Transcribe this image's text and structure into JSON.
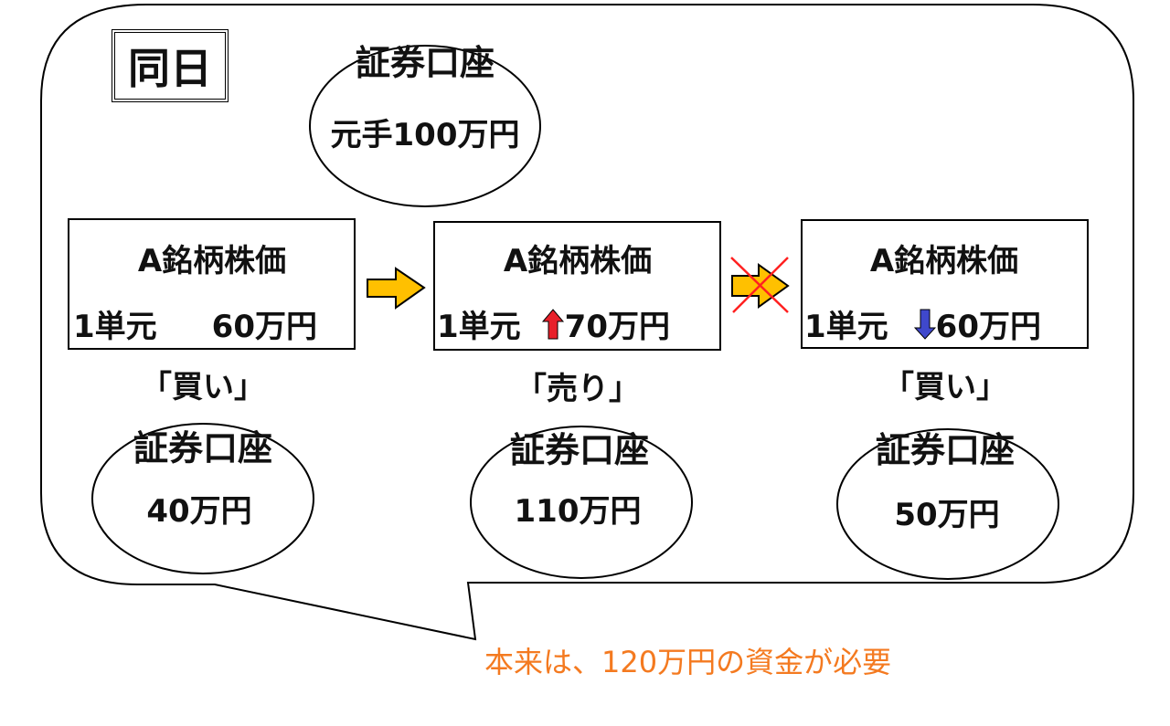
{
  "same_day_label": "同日",
  "initial_account": {
    "title": "証券口座",
    "value": "元手100万円"
  },
  "stock_title": "A銘柄株価",
  "unit_label": "1単元",
  "steps": [
    {
      "price": "60万円",
      "trend": "none",
      "action": "「買い」",
      "account_title": "証券口座",
      "account_value": "40万円"
    },
    {
      "price": "70万円",
      "trend": "up",
      "action": "「売り」",
      "account_title": "証券口座",
      "account_value": "110万円"
    },
    {
      "price": "60万円",
      "trend": "down",
      "action": "「買い」",
      "account_title": "証券口座",
      "account_value": "50万円"
    }
  ],
  "note": "本来は、120万円の資金が必要",
  "colors": {
    "arrow": "#ffc000",
    "up": "#e8202a",
    "down": "#3f48cc",
    "cross": "#ff2020",
    "note": "#f47a20"
  }
}
